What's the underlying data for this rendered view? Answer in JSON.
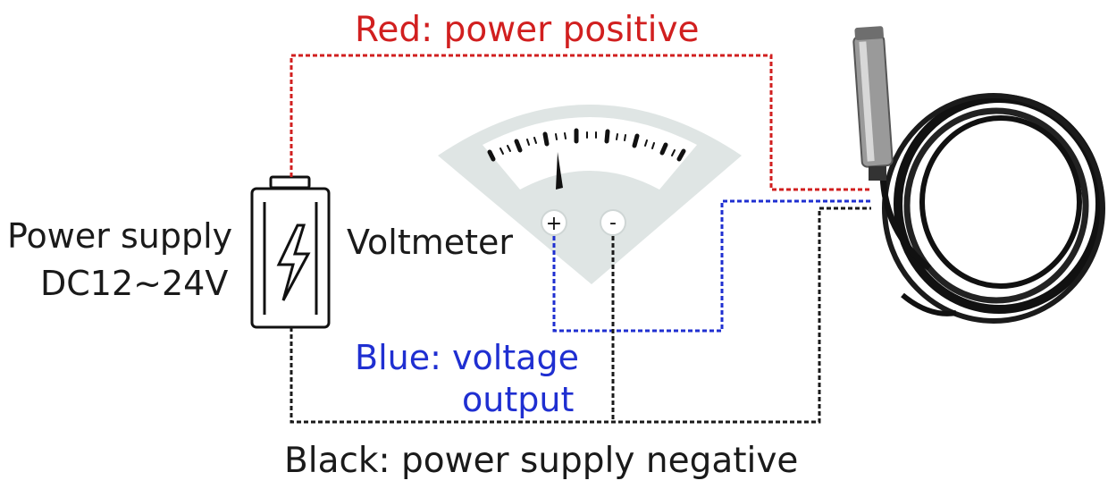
{
  "labels": {
    "red": "Red: power positive",
    "power_supply_line1": "Power supply",
    "power_supply_line2": "DC12~24V",
    "voltmeter": "Voltmeter",
    "blue_line1": "Blue: voltage",
    "blue_line2": "output",
    "black": "Black: power supply negative",
    "meter_plus": "+",
    "meter_minus": "-"
  },
  "colors": {
    "red_wire": "#d11f1f",
    "blue_wire": "#1f2fd1",
    "black_wire": "#1a1a1a",
    "meter_body": "#dfe5e4"
  },
  "icons": {
    "battery": "battery-lightning-icon",
    "meter": "analog-voltmeter-icon",
    "sensor": "pressure-sensor-cable-icon"
  }
}
